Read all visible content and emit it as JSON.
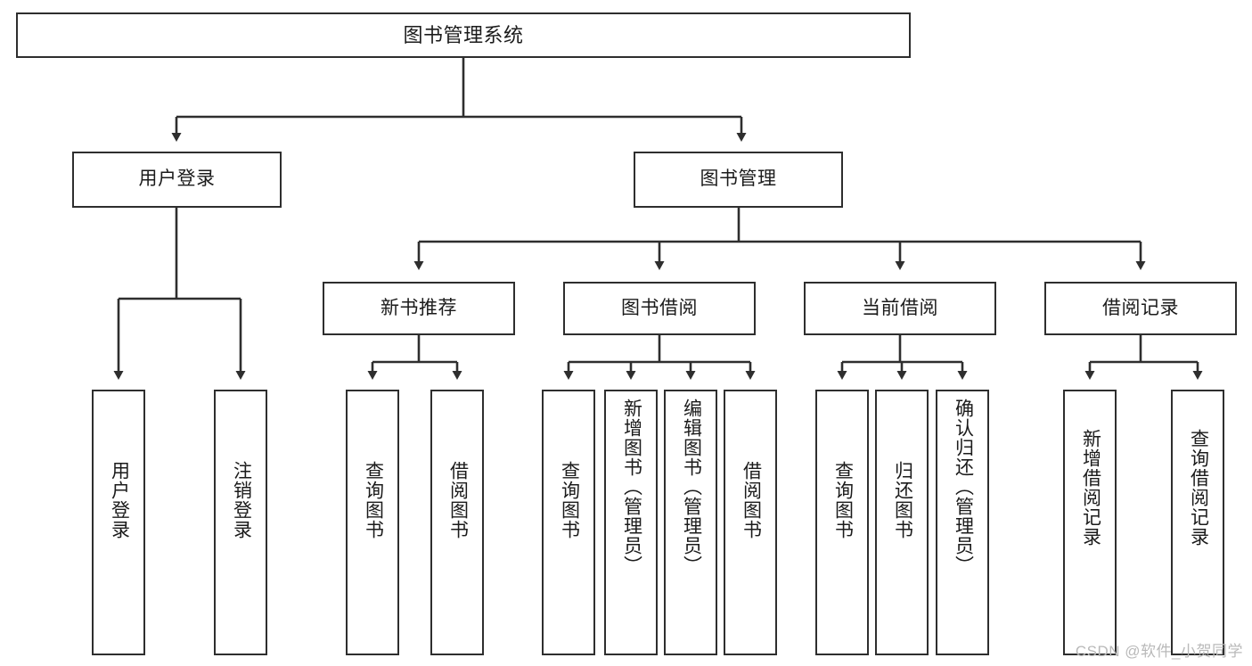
{
  "diagram": {
    "type": "tree-hierarchy",
    "title": "图书管理系统",
    "watermark": "CSDN @软件_小贺同学",
    "colors": {
      "stroke": "#2e2e2e",
      "fill": "#ffffff",
      "text": "#1b1b1b",
      "watermark": "#b9b9b9"
    }
  },
  "nodes": {
    "root": {
      "label": "图书管理系统"
    },
    "level2": [
      {
        "id": "user-login",
        "label": "用户登录"
      },
      {
        "id": "book-manage",
        "label": "图书管理"
      }
    ],
    "level3": [
      {
        "id": "new-book-recommend",
        "label": "新书推荐"
      },
      {
        "id": "book-borrow",
        "label": "图书借阅"
      },
      {
        "id": "current-borrow",
        "label": "当前借阅"
      },
      {
        "id": "borrow-record",
        "label": "借阅记录"
      }
    ],
    "leaves": {
      "user_login": [
        {
          "id": "leaf-user-login",
          "label": "用户登录"
        },
        {
          "id": "leaf-logout-login",
          "label": "注销登录"
        }
      ],
      "new_book_recommend": [
        {
          "id": "leaf-query-book-1",
          "label": "查询图书"
        },
        {
          "id": "leaf-borrow-book-1",
          "label": "借阅图书"
        }
      ],
      "book_borrow": [
        {
          "id": "leaf-query-book-2",
          "label": "查询图书"
        },
        {
          "id": "leaf-add-book",
          "label": "新增图书（管理员）"
        },
        {
          "id": "leaf-edit-book",
          "label": "编辑图书（管理员）"
        },
        {
          "id": "leaf-borrow-book-2",
          "label": "借阅图书"
        }
      ],
      "current_borrow": [
        {
          "id": "leaf-query-book-3",
          "label": "查询图书"
        },
        {
          "id": "leaf-return-book",
          "label": "归还图书"
        },
        {
          "id": "leaf-confirm-return",
          "label": "确认归还（管理员）"
        }
      ],
      "borrow_record": [
        {
          "id": "leaf-add-record",
          "label": "新增借阅记录"
        },
        {
          "id": "leaf-query-record",
          "label": "查询借阅记录"
        }
      ]
    }
  }
}
